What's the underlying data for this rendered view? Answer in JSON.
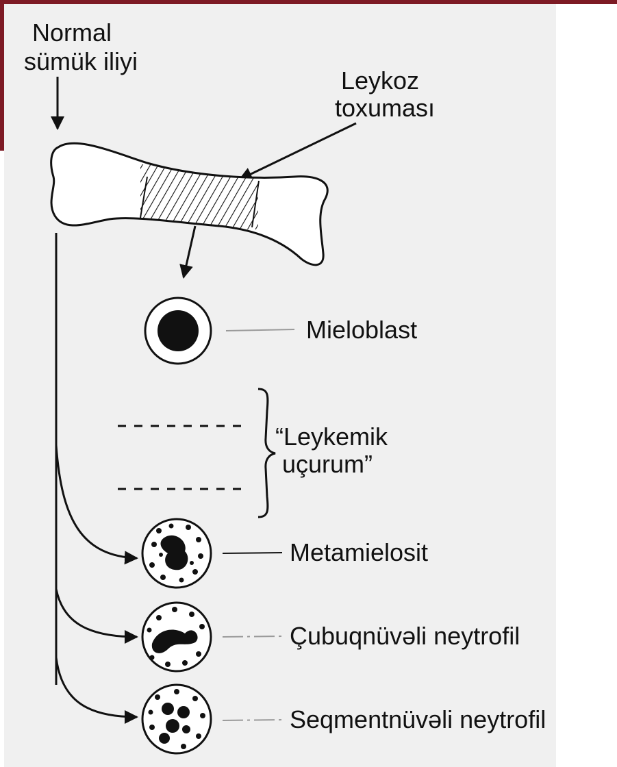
{
  "labels": {
    "normal_line1": "Normal",
    "normal_line2": "sümük iliyi",
    "leukosis_line1": "Leykoz",
    "leukosis_line2": "toxuması",
    "myeloblast": "Mieloblast",
    "gap_line1": "“Leykemik",
    "gap_line2": "uçurum”",
    "metamyelocyte": "Metamielosit",
    "band_neutrophil": "Çubuqnüvəli neytrofil",
    "segmented_neutrophil": "Seqmentnüvəli neytrofil"
  },
  "colors": {
    "frame_accent": "#7d1a24",
    "panel_background": "#f0f0f0",
    "ink": "#111111",
    "leader_line": "#9a9a9a"
  }
}
